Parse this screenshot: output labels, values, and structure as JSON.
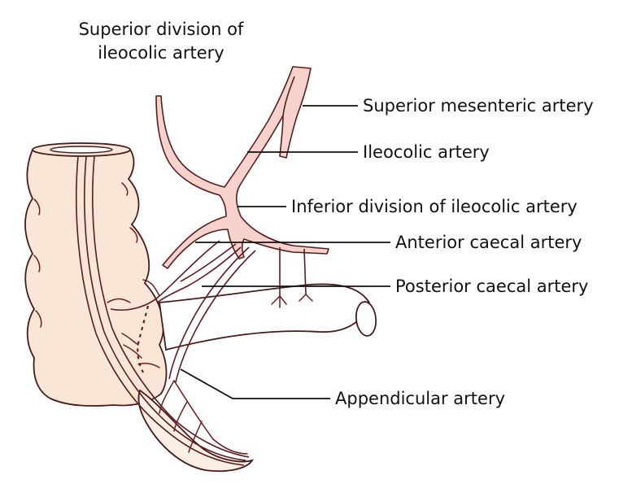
{
  "labels": {
    "superior_division": [
      "Superior division of",
      "ileocolic artery"
    ],
    "superior_mesenteric": "Superior mesenteric artery",
    "ileocolic": "Ileocolic artery",
    "inferior_division": "Inferior division of ileocolic artery",
    "anterior_caecal": "Anterior caecal artery",
    "posterior_caecal": "Posterior caecal artery",
    "appendicular": "Appendicular artery"
  },
  "colors": {
    "caecum_fill": "#f9e6d6",
    "artery_fill": "#f5d3cc",
    "artery_outline": "#5a1d1d",
    "ileum_fill": "#ffffff",
    "text": "#111111"
  },
  "icons": {
    "caecum": "caecum-illustration",
    "appendix": "appendix-illustration",
    "ileum": "terminal-ileum-illustration"
  }
}
